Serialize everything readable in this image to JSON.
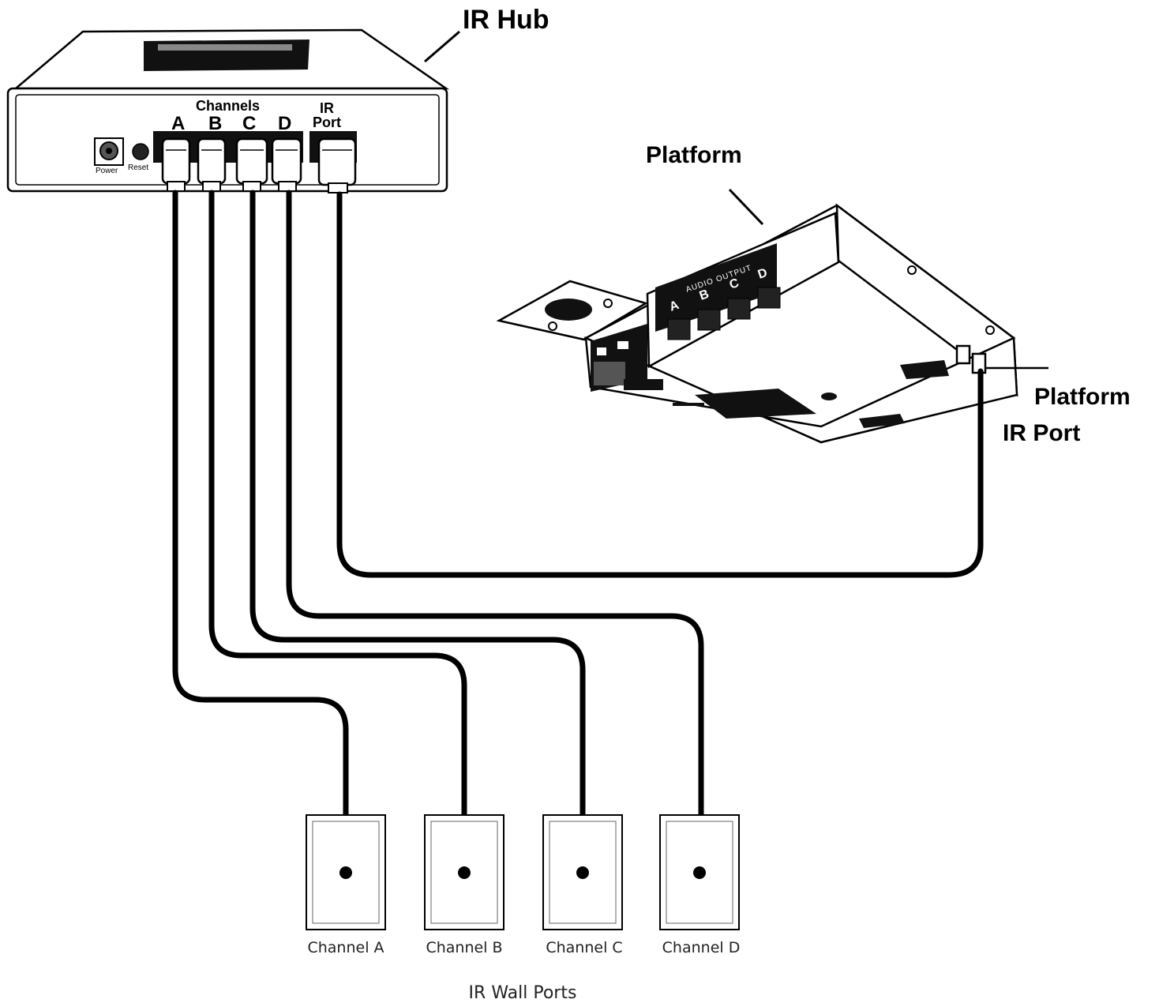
{
  "hub": {
    "title": "IR Hub",
    "channels_heading": "Channels",
    "channel_letters": [
      "A",
      "B",
      "C",
      "D"
    ],
    "ir_port_line1": "IR",
    "ir_port_line2": "Port",
    "power_label": "Power",
    "reset_label": "Reset"
  },
  "platform": {
    "title": "Platform",
    "panel_heading": "AUDIO OUTPUT",
    "panel_letters": [
      "A",
      "B",
      "C",
      "D"
    ],
    "ir_port_line1": "Platform",
    "ir_port_line2": "IR Port"
  },
  "wall_ports": {
    "caption": "IR Wall Ports",
    "ports": [
      {
        "label": "Channel A"
      },
      {
        "label": "Channel B"
      },
      {
        "label": "Channel C"
      },
      {
        "label": "Channel D"
      }
    ]
  }
}
